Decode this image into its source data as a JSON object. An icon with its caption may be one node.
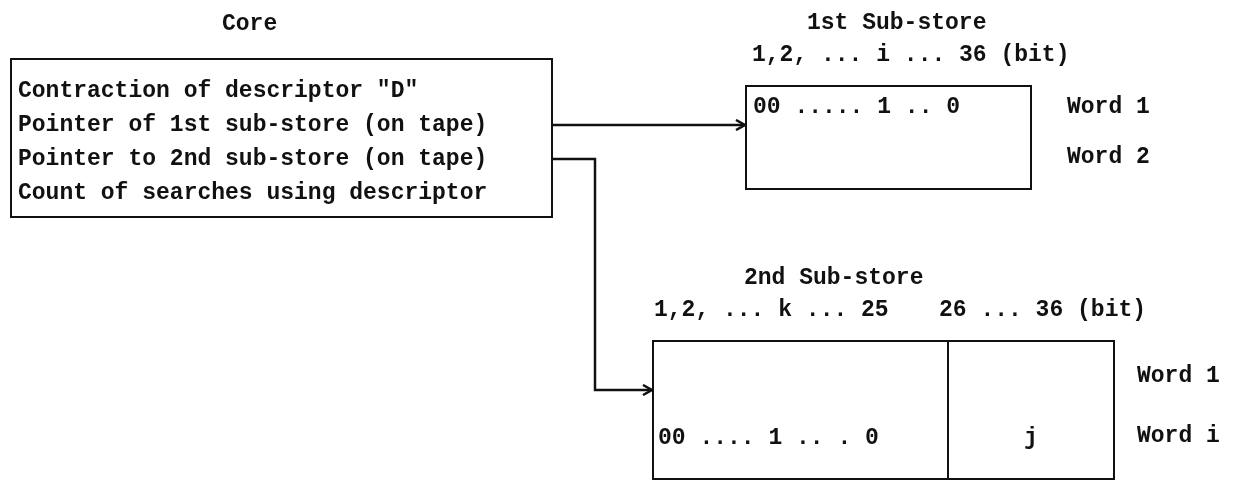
{
  "diagram": {
    "nodes": [
      {
        "text": [
          "Core"
        ]
      },
      {
        "text": [
          "Contraction of descriptor \"D\""
        ],
        "in": 0
      },
      {
        "text": [
          "Pointer of 1st sub-store (on tape)"
        ],
        "in": 0
      },
      {
        "text": [
          "Pointer to 2nd sub-store (on tape)"
        ],
        "in": 0
      },
      {
        "text": [
          "Count of searches using descriptor"
        ],
        "in": 0
      },
      {
        "text": [
          "1st Sub-store",
          "1,2, ... i ... 36 (bit)",
          "00 ..... 1 .. 0"
        ],
        "beside": [
          "Word 1",
          "Word 2"
        ]
      },
      {
        "text": [
          "2nd Sub-store"
        ]
      },
      {
        "text": [
          "1,2, ... k ... 25",
          "00 .... 1 .. . 0"
        ],
        "in": 6
      },
      {
        "text": [
          "26 ... 36 (bit)",
          "j"
        ],
        "in": 6,
        "beside": [
          "Word 1",
          "Word i"
        ]
      }
    ],
    "edges": [
      {
        "from": 2,
        "to": 5,
        "arrow": "to"
      },
      {
        "from": 3,
        "to": 6,
        "arrow": "to"
      }
    ]
  }
}
